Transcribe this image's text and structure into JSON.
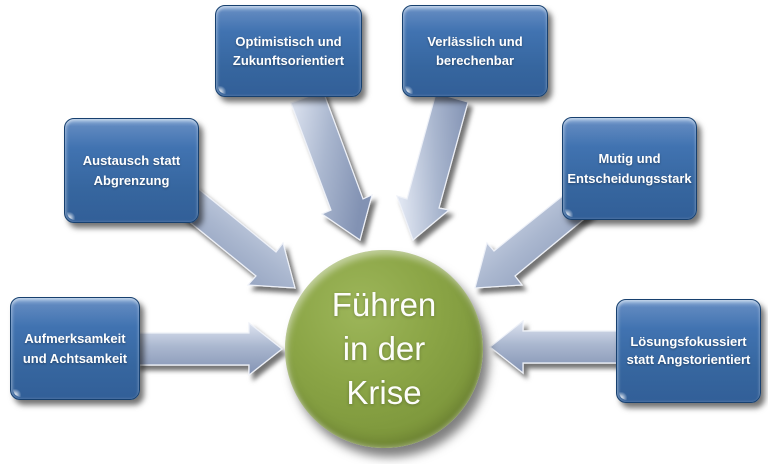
{
  "diagram": {
    "type": "radial-converge",
    "center": {
      "label": "Führen in der Krise",
      "lines": [
        "Führen",
        "in der",
        "Krise"
      ]
    },
    "nodes": [
      {
        "id": "optimistisch",
        "label": "Optimistisch und Zukunftsorientiert",
        "position": "top-left"
      },
      {
        "id": "verlaesslich",
        "label": "Verlässlich und berechenbar",
        "position": "top-right"
      },
      {
        "id": "austausch",
        "label": "Austausch statt Abgrenzung",
        "position": "middle-left"
      },
      {
        "id": "mutig",
        "label": "Mutig und Entscheidungsstark",
        "position": "middle-right"
      },
      {
        "id": "aufmerksamkeit",
        "label": "Aufmerksamkeit und Achtsamkeit",
        "position": "bottom-left"
      },
      {
        "id": "loesungsfokussiert",
        "label": "Lösungsfokussiert statt Angstorientiert",
        "position": "bottom-right"
      }
    ],
    "connectors": [
      {
        "from": "optimistisch",
        "to": "center",
        "style": "block-arrow"
      },
      {
        "from": "verlaesslich",
        "to": "center",
        "style": "block-arrow"
      },
      {
        "from": "austausch",
        "to": "center",
        "style": "block-arrow"
      },
      {
        "from": "mutig",
        "to": "center",
        "style": "block-arrow"
      },
      {
        "from": "aufmerksamkeit",
        "to": "center",
        "style": "block-arrow"
      },
      {
        "from": "loesungsfokussiert",
        "to": "center",
        "style": "block-arrow"
      }
    ],
    "colors": {
      "background": "#ffffff",
      "node_fill_top": "#8fb0d9",
      "node_fill": "#3d6ead",
      "node_border": "#17406f",
      "node_text": "#ffffff",
      "arrow_light": "#dfe5f1",
      "arrow_mid": "#aab7cf",
      "arrow_dark": "#8292b3",
      "center_fill": "#86a041",
      "center_text": "#ffffff"
    }
  }
}
